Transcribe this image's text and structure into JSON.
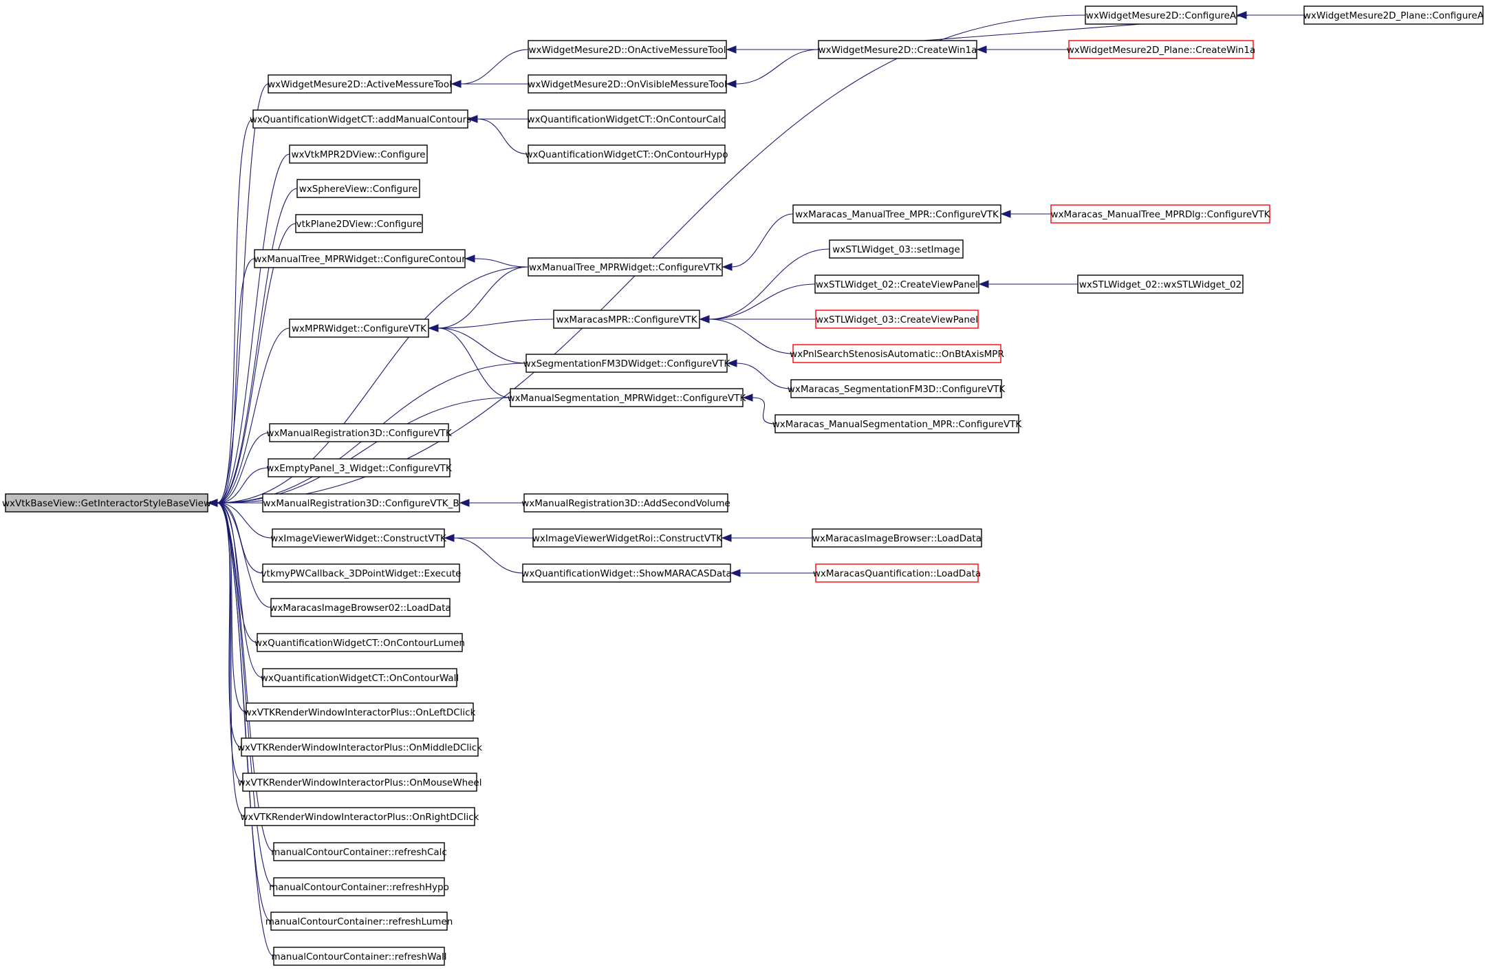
{
  "diagram": {
    "colors": {
      "edge": "#191970",
      "normal_border": "#000000",
      "truncated_border": "#ff0000",
      "root_fill": "#bfbfbf"
    },
    "nodes": [
      {
        "id": "root",
        "label": "wxVtkBaseView::GetInteractorStyleBaseView",
        "style": "root"
      },
      {
        "id": "n_cfgA",
        "label": "wxWidgetMesure2D::ConfigureA"
      },
      {
        "id": "n_planeCfgA",
        "label": "wxWidgetMesure2D_Plane::ConfigureA"
      },
      {
        "id": "n_onActive",
        "label": "wxWidgetMesure2D::OnActiveMessureTool"
      },
      {
        "id": "n_createWin",
        "label": "wxWidgetMesure2D::CreateWin1a"
      },
      {
        "id": "n_planeCreateWin",
        "label": "wxWidgetMesure2D_Plane::CreateWin1a",
        "style": "red"
      },
      {
        "id": "n_activeTool",
        "label": "wxWidgetMesure2D::ActiveMessureTool"
      },
      {
        "id": "n_onVisible",
        "label": "wxWidgetMesure2D::OnVisibleMessureTool"
      },
      {
        "id": "n_addManual",
        "label": "wxQuantificationWidgetCT::addManualContours"
      },
      {
        "id": "n_onCalc",
        "label": "wxQuantificationWidgetCT::OnContourCalc"
      },
      {
        "id": "n_onHypo",
        "label": "wxQuantificationWidgetCT::OnContourHypo"
      },
      {
        "id": "n_mpr2d",
        "label": "wxVtkMPR2DView::Configure"
      },
      {
        "id": "n_sphere",
        "label": "wxSphereView::Configure"
      },
      {
        "id": "n_plane2d",
        "label": "vtkPlane2DView::Configure"
      },
      {
        "id": "n_mtCfgContour",
        "label": "wxManualTree_MPRWidget::ConfigureContour"
      },
      {
        "id": "n_mtCfgVtk",
        "label": "wxManualTree_MPRWidget::ConfigureVTK"
      },
      {
        "id": "n_marMtCfg",
        "label": "wxMaracas_ManualTree_MPR::ConfigureVTK"
      },
      {
        "id": "n_marMtDlg",
        "label": "wxMaracas_ManualTree_MPRDlg::ConfigureVTK",
        "style": "red"
      },
      {
        "id": "n_stl03set",
        "label": "wxSTLWidget_03::setImage"
      },
      {
        "id": "n_stl02cvp",
        "label": "wxSTLWidget_02::CreateViewPanel"
      },
      {
        "id": "n_stl02ctor",
        "label": "wxSTLWidget_02::wxSTLWidget_02"
      },
      {
        "id": "n_stl03cvp",
        "label": "wxSTLWidget_03::CreateViewPanel",
        "style": "red"
      },
      {
        "id": "n_stenosis",
        "label": "wxPnlSearchStenosisAutomatic::OnBtAxisMPR",
        "style": "red"
      },
      {
        "id": "n_mprWidget",
        "label": "wxMPRWidget::ConfigureVTK"
      },
      {
        "id": "n_marMpr",
        "label": "wxMaracasMPR::ConfigureVTK"
      },
      {
        "id": "n_segFM3D",
        "label": "wxSegmentationFM3DWidget::ConfigureVTK"
      },
      {
        "id": "n_marSegFM3D",
        "label": "wxMaracas_SegmentationFM3D::ConfigureVTK"
      },
      {
        "id": "n_manSeg",
        "label": "wxManualSegmentation_MPRWidget::ConfigureVTK"
      },
      {
        "id": "n_marManSeg",
        "label": "wxMaracas_ManualSegmentation_MPR::ConfigureVTK"
      },
      {
        "id": "n_manReg",
        "label": "wxManualRegistration3D::ConfigureVTK"
      },
      {
        "id": "n_empty3",
        "label": "wxEmptyPanel_3_Widget::ConfigureVTK"
      },
      {
        "id": "n_manRegB",
        "label": "wxManualRegistration3D::ConfigureVTK_B"
      },
      {
        "id": "n_addSecond",
        "label": "wxManualRegistration3D::AddSecondVolume"
      },
      {
        "id": "n_ivConstruct",
        "label": "wxImageViewerWidget::ConstructVTK"
      },
      {
        "id": "n_ivRoi",
        "label": "wxImageViewerWidgetRoi::ConstructVTK"
      },
      {
        "id": "n_imgBrowserLoad",
        "label": "wxMaracasImageBrowser::LoadData"
      },
      {
        "id": "n_showMaracas",
        "label": "wxQuantificationWidget::ShowMARACASData"
      },
      {
        "id": "n_quantLoad",
        "label": "wxMaracasQuantification::LoadData",
        "style": "red"
      },
      {
        "id": "n_execute",
        "label": "vtkmyPWCallback_3DPointWidget::Execute"
      },
      {
        "id": "n_browser02",
        "label": "wxMaracasImageBrowser02::LoadData"
      },
      {
        "id": "n_onLumen",
        "label": "wxQuantificationWidgetCT::OnContourLumen"
      },
      {
        "id": "n_onWall",
        "label": "wxQuantificationWidgetCT::OnContourWall"
      },
      {
        "id": "n_leftD",
        "label": "wxVTKRenderWindowInteractorPlus::OnLeftDClick"
      },
      {
        "id": "n_middleD",
        "label": "wxVTKRenderWindowInteractorPlus::OnMiddleDClick"
      },
      {
        "id": "n_wheel",
        "label": "wxVTKRenderWindowInteractorPlus::OnMouseWheel"
      },
      {
        "id": "n_rightD",
        "label": "wxVTKRenderWindowInteractorPlus::OnRightDClick"
      },
      {
        "id": "n_refCalc",
        "label": "manualContourContainer::refreshCalc"
      },
      {
        "id": "n_refHypo",
        "label": "manualContourContainer::refreshHypo"
      },
      {
        "id": "n_refLumen",
        "label": "manualContourContainer::refreshLumen"
      },
      {
        "id": "n_refWall",
        "label": "manualContourContainer::refreshWall"
      }
    ],
    "edges": [
      {
        "from": "n_cfgA",
        "to": "root"
      },
      {
        "from": "n_activeTool",
        "to": "root"
      },
      {
        "from": "n_addManual",
        "to": "root"
      },
      {
        "from": "n_mpr2d",
        "to": "root"
      },
      {
        "from": "n_sphere",
        "to": "root"
      },
      {
        "from": "n_plane2d",
        "to": "root"
      },
      {
        "from": "n_mtCfgContour",
        "to": "root"
      },
      {
        "from": "n_mtCfgVtk",
        "to": "root"
      },
      {
        "from": "n_mprWidget",
        "to": "root"
      },
      {
        "from": "n_segFM3D",
        "to": "root"
      },
      {
        "from": "n_manSeg",
        "to": "root"
      },
      {
        "from": "n_manReg",
        "to": "root"
      },
      {
        "from": "n_empty3",
        "to": "root"
      },
      {
        "from": "n_manRegB",
        "to": "root"
      },
      {
        "from": "n_ivConstruct",
        "to": "root"
      },
      {
        "from": "n_execute",
        "to": "root"
      },
      {
        "from": "n_browser02",
        "to": "root"
      },
      {
        "from": "n_onLumen",
        "to": "root"
      },
      {
        "from": "n_onWall",
        "to": "root"
      },
      {
        "from": "n_leftD",
        "to": "root"
      },
      {
        "from": "n_middleD",
        "to": "root"
      },
      {
        "from": "n_wheel",
        "to": "root"
      },
      {
        "from": "n_rightD",
        "to": "root"
      },
      {
        "from": "n_refCalc",
        "to": "root"
      },
      {
        "from": "n_refHypo",
        "to": "root"
      },
      {
        "from": "n_refLumen",
        "to": "root"
      },
      {
        "from": "n_refWall",
        "to": "root"
      },
      {
        "from": "n_planeCfgA",
        "to": "n_cfgA"
      },
      {
        "from": "n_createWin",
        "to": "n_cfgA"
      },
      {
        "from": "n_planeCreateWin",
        "to": "n_createWin"
      },
      {
        "from": "n_createWin",
        "to": "n_onActive"
      },
      {
        "from": "n_createWin",
        "to": "n_onVisible"
      },
      {
        "from": "n_onActive",
        "to": "n_activeTool"
      },
      {
        "from": "n_onVisible",
        "to": "n_activeTool"
      },
      {
        "from": "n_onCalc",
        "to": "n_addManual"
      },
      {
        "from": "n_onHypo",
        "to": "n_addManual"
      },
      {
        "from": "n_mtCfgVtk",
        "to": "n_mtCfgContour"
      },
      {
        "from": "n_marMtCfg",
        "to": "n_mtCfgVtk"
      },
      {
        "from": "n_marMtDlg",
        "to": "n_marMtCfg"
      },
      {
        "from": "n_mtCfgVtk",
        "to": "n_mprWidget"
      },
      {
        "from": "n_marMpr",
        "to": "n_mprWidget"
      },
      {
        "from": "n_segFM3D",
        "to": "n_mprWidget"
      },
      {
        "from": "n_manSeg",
        "to": "n_mprWidget"
      },
      {
        "from": "n_stl03set",
        "to": "n_marMpr"
      },
      {
        "from": "n_stl02cvp",
        "to": "n_marMpr"
      },
      {
        "from": "n_stl03cvp",
        "to": "n_marMpr"
      },
      {
        "from": "n_stenosis",
        "to": "n_marMpr"
      },
      {
        "from": "n_stl02ctor",
        "to": "n_stl02cvp"
      },
      {
        "from": "n_marSegFM3D",
        "to": "n_segFM3D"
      },
      {
        "from": "n_marManSeg",
        "to": "n_manSeg"
      },
      {
        "from": "n_addSecond",
        "to": "n_manRegB"
      },
      {
        "from": "n_ivRoi",
        "to": "n_ivConstruct"
      },
      {
        "from": "n_showMaracas",
        "to": "n_ivConstruct"
      },
      {
        "from": "n_imgBrowserLoad",
        "to": "n_ivRoi"
      },
      {
        "from": "n_quantLoad",
        "to": "n_showMaracas"
      }
    ]
  }
}
